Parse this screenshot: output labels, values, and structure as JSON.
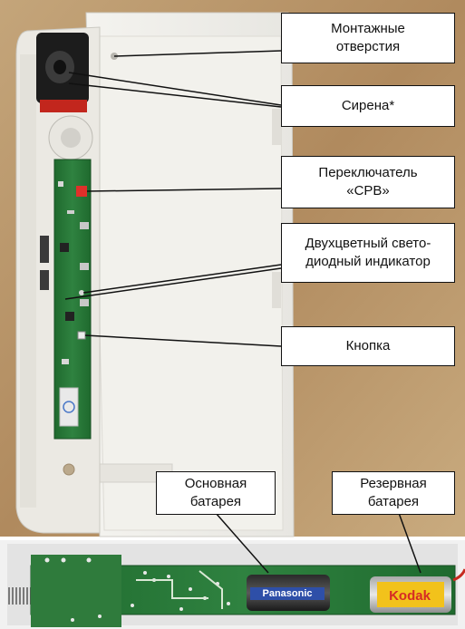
{
  "callouts": {
    "mounting_holes": "Монтажные\nотверстия",
    "siren": "Сирена*",
    "switch": "Переключатель\n«СРВ»",
    "led": "Двухцветный свето-\nдиодный индикатор",
    "button": "Кнопка",
    "main_battery": "Основная\nбатарея",
    "backup_battery": "Резервная\nбатарея"
  },
  "photo_labels": {
    "panasonic": "Panasonic",
    "kodak": "Kodak"
  },
  "colors": {
    "wood_background": "#b9956a",
    "enclosure": "#ecebe6",
    "pcb_green": "#2d7a3a",
    "switch_red": "#e0302a",
    "kodak_yellow": "#f2c21b",
    "kodak_red": "#d62b25"
  }
}
